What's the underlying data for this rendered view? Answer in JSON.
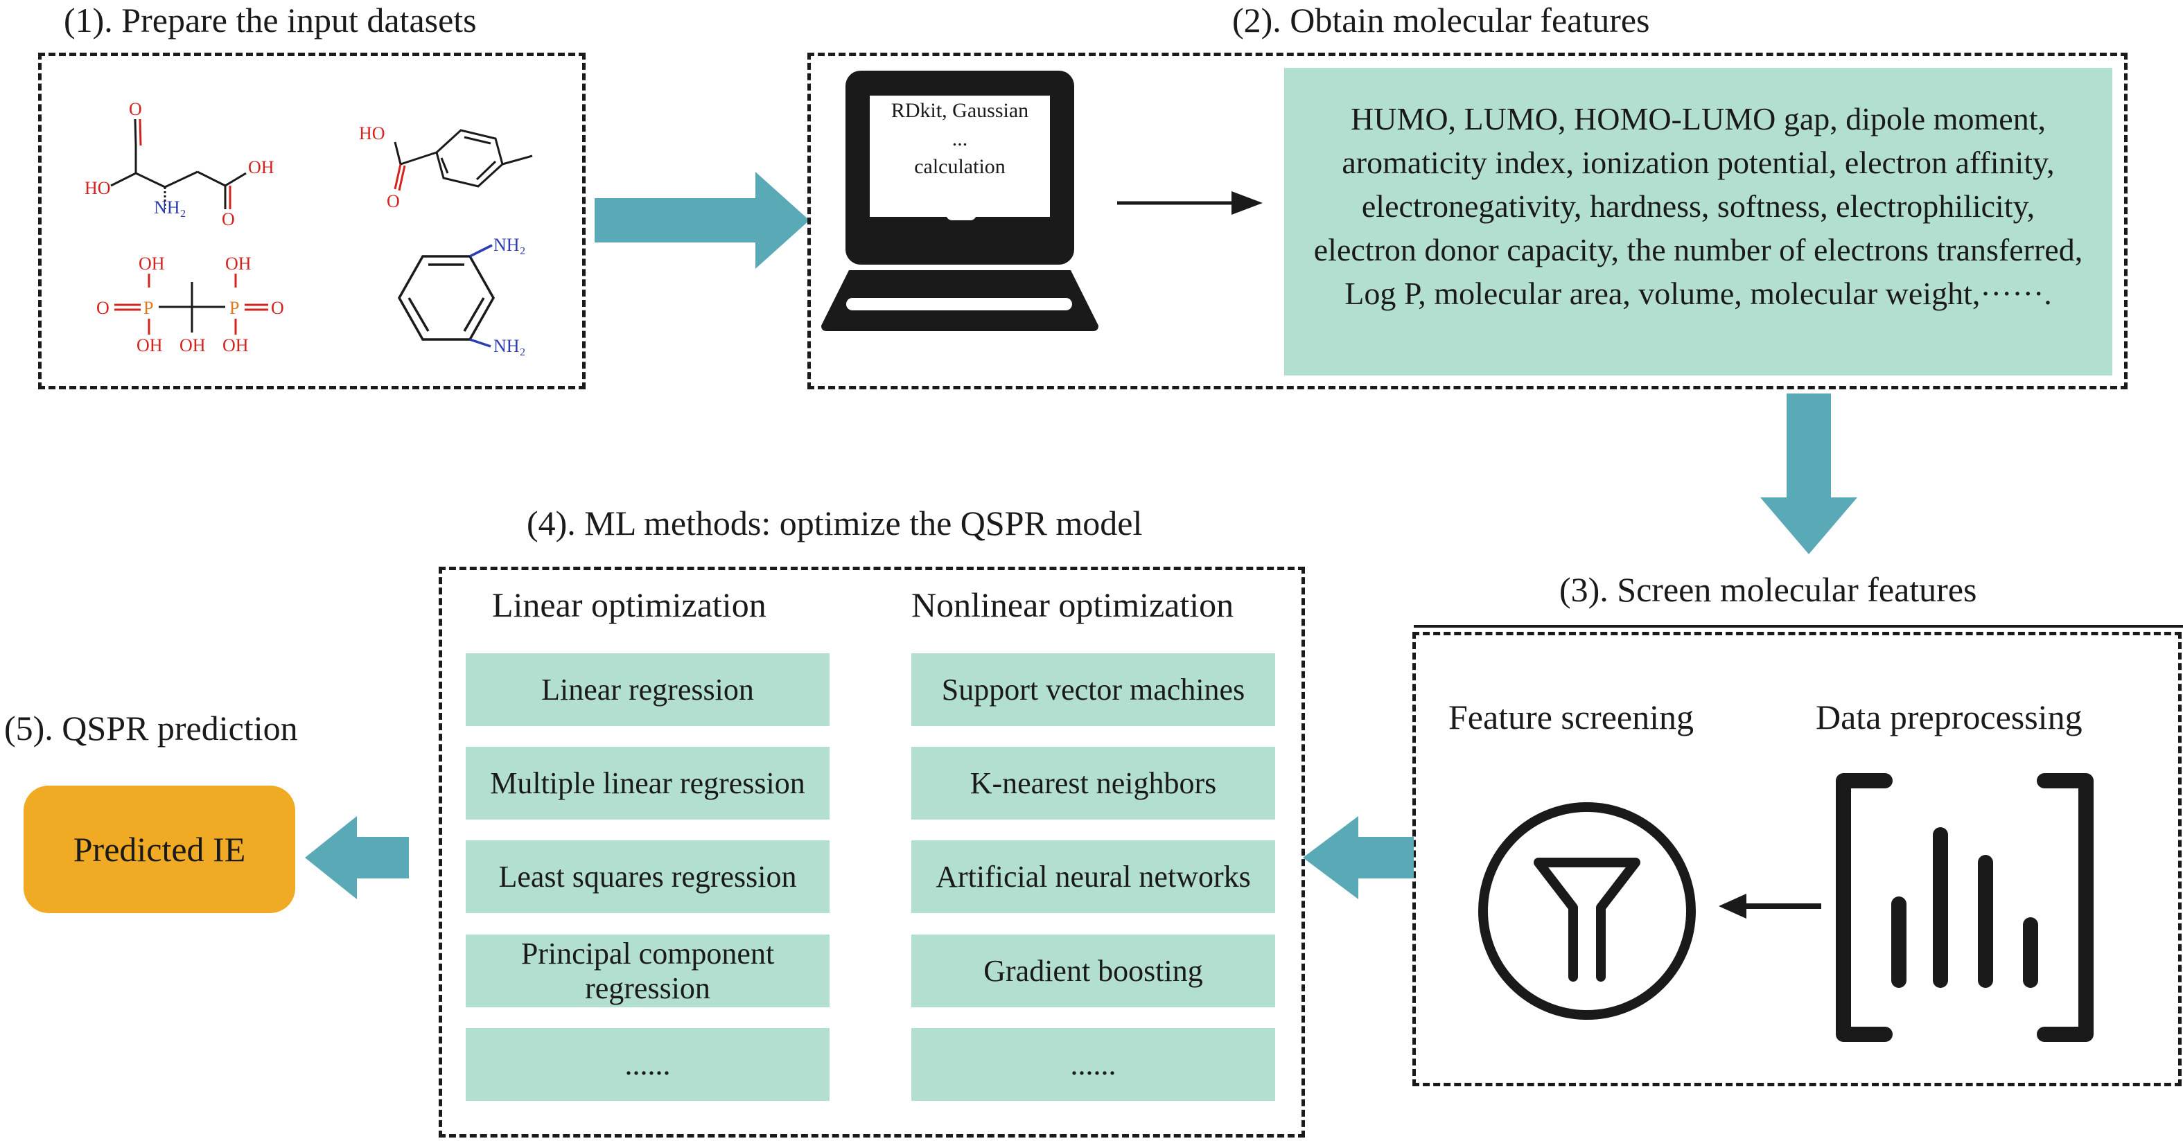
{
  "stage1": {
    "title": "(1). Prepare the input datasets",
    "molecules": {
      "aspartic": {
        "oh_top": "O",
        "ho_left": "HO",
        "ho_right": "OH",
        "o_right": "O",
        "nh2": "NH₂"
      },
      "toluic": {
        "ho": "HO",
        "o": "O"
      },
      "bisphosphonate": {
        "oh1": "OH",
        "oh2": "OH",
        "o_left": "O",
        "p1": "P",
        "p2": "P",
        "o_right": "O",
        "oh3": "OH",
        "oh4": "OH",
        "oh5": "OH"
      },
      "phenylenediamine": {
        "nh2_top": "NH₂",
        "nh2_bottom": "NH₂"
      }
    }
  },
  "stage2": {
    "title": "(2). Obtain molecular features",
    "screen_lines": [
      "RDkit, Gaussian",
      "...",
      "calculation"
    ],
    "features_html": "HUMO, LUMO, HOMO-LUMO gap, dipole moment, aromaticity index, ionization potential, electron affinity, electronegativity, hardness, softness, electrophilicity, electron donor capacity, the number of electrons transferred, Log P, molecular area, volume, molecular weight,······."
  },
  "stage3": {
    "title": "(3). Screen molecular features",
    "feature_screening": "Feature screening",
    "data_preprocessing": "Data preprocessing"
  },
  "stage4": {
    "title": "(4). ML methods: optimize the QSPR model",
    "linear_title": "Linear optimization",
    "nonlinear_title": "Nonlinear optimization",
    "linear_items": [
      "Linear regression",
      "Multiple linear regression",
      "Least squares regression",
      "Principal component regression",
      "......"
    ],
    "nonlinear_items": [
      "Support vector machines",
      "K-nearest neighbors",
      "Artificial neural networks",
      "Gradient boosting",
      "......"
    ]
  },
  "stage5": {
    "title": "(5). QSPR prediction",
    "result": "Predicted IE"
  },
  "colors": {
    "arrow_teal": "#5aa9b7",
    "box_green": "#b3dfd1",
    "result_orange": "#f0aa23",
    "oxygen_red": "#d4231f",
    "nitrogen_blue": "#2b3cb0",
    "phosphorus_orange": "#e07a1c"
  }
}
